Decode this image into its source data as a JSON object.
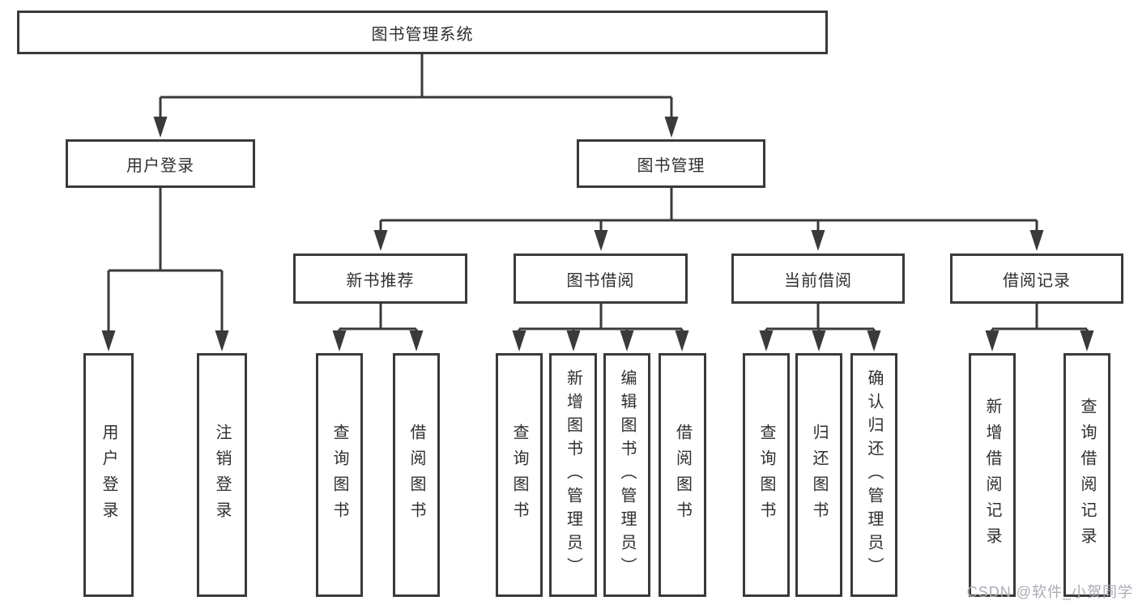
{
  "diagram": {
    "root": {
      "label": "图书管理系统"
    },
    "branches": [
      {
        "label": "用户登录",
        "children": [
          {
            "label": "用户登录"
          },
          {
            "label": "注销登录"
          }
        ]
      },
      {
        "label": "图书管理",
        "children": [
          {
            "label": "新书推荐",
            "children": [
              {
                "label": "查询图书"
              },
              {
                "label": "借阅图书"
              }
            ]
          },
          {
            "label": "图书借阅",
            "children": [
              {
                "label": "查询图书"
              },
              {
                "label": "新增图书（管理员）"
              },
              {
                "label": "编辑图书（管理员）"
              },
              {
                "label": "借阅图书"
              }
            ]
          },
          {
            "label": "当前借阅",
            "children": [
              {
                "label": "查询图书"
              },
              {
                "label": "归还图书"
              },
              {
                "label": "确认归还（管理员）"
              }
            ]
          },
          {
            "label": "借阅记录",
            "children": [
              {
                "label": "新增借阅记录"
              },
              {
                "label": "查询借阅记录"
              }
            ]
          }
        ]
      }
    ]
  },
  "watermark": {
    "text": "CSDN @软件_小贺同学"
  },
  "colors": {
    "line": "#3a3a3a",
    "text": "#2f2f2f",
    "watermark": "#a9abb5",
    "background": "#ffffff"
  }
}
